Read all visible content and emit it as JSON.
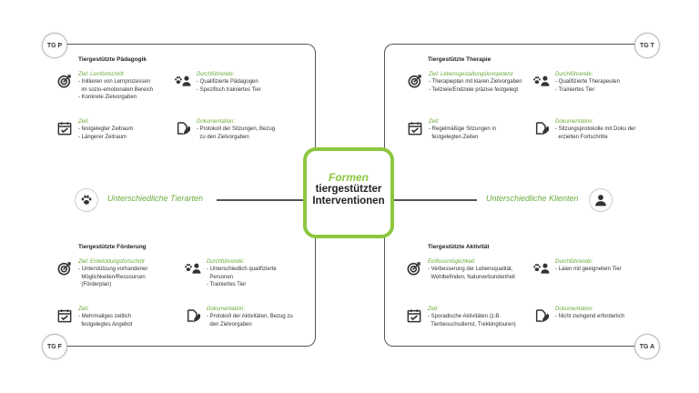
{
  "center": {
    "title": "Formen",
    "subtitle": "tiergestützter Interventionen"
  },
  "colors": {
    "accent": "#8dc63f",
    "line": "#555555"
  },
  "badges": {
    "tl": "TG P",
    "tr": "TG T",
    "bl": "TG F",
    "br": "TG A"
  },
  "left_label": "Unterschiedliche Tierarten",
  "right_label": "Unterschiedliche Klienten",
  "quadrants": {
    "tl": {
      "title": "Tiergestützte Pädagogik",
      "items": [
        {
          "icon": "target-icon",
          "label": "Ziel: Lernfortschritt",
          "lines": [
            "- Initiieren von Lernprozessen",
            "  im sozio-emotionalen Bereich",
            "- Konkrete Zielvorgaben"
          ]
        },
        {
          "icon": "paw-person-icon",
          "label": "Durchführende:",
          "lines": [
            "- Qualifizierte Pädagogen",
            "- Spezifisch trainiertes Tier"
          ]
        },
        {
          "icon": "calendar-icon",
          "label": "Zeit:",
          "lines": [
            "- festgelegter Zeitraum",
            "- Längerer Zeitraum"
          ]
        },
        {
          "icon": "document-pen-icon",
          "label": "Dokumentation:",
          "lines": [
            "- Protokoll der Sitzungen, Bezug",
            "  zu den Zielvorgaben"
          ]
        }
      ]
    },
    "tr": {
      "title": "Tiergestützte Therapie",
      "items": [
        {
          "icon": "target-icon",
          "label": "Ziel: Lebensgestaltungskompetenz",
          "lines": [
            "- Therapieplan mit klaren Zielvorgaben",
            "- Teilziele/Endziele präzise festgelegt"
          ]
        },
        {
          "icon": "paw-person-icon",
          "label": "Durchführende:",
          "lines": [
            "- Qualifizierte Therapeuten",
            "- Trainiertes Tier"
          ]
        },
        {
          "icon": "calendar-icon",
          "label": "Zeit:",
          "lines": [
            "- Regelmäßige Sitzungen in",
            "  festgelegten Zeiten"
          ]
        },
        {
          "icon": "document-pen-icon",
          "label": "Dokumentation:",
          "lines": [
            "- Sitzungsprotokolle mit Doku der",
            "  erzielten Fortschritte"
          ]
        }
      ]
    },
    "bl": {
      "title": "Tiergestützte Förderung",
      "items": [
        {
          "icon": "target-icon",
          "label": "Ziel: Entwicklungsfortschritt",
          "lines": [
            "- Unterstützung vorhandener",
            "  Möglichkeiten/Ressourcen",
            "  (Förderplan)"
          ]
        },
        {
          "icon": "paw-person-icon",
          "label": "Durchführende:",
          "lines": [
            "- Unterschiedlich qualifizierte",
            "  Personen",
            "- Trainiertes Tier"
          ]
        },
        {
          "icon": "calendar-icon",
          "label": "Zeit:",
          "lines": [
            "- Mehrmaliges zeitlich",
            "  festgelegtes Angebot"
          ]
        },
        {
          "icon": "document-pen-icon",
          "label": "Dokumentation:",
          "lines": [
            "- Protokoll der Aktivitäten, Bezug zu",
            "  den Zielvorgaben"
          ]
        }
      ]
    },
    "br": {
      "title": "Tiergestützte Aktivität",
      "items": [
        {
          "icon": "target-icon",
          "label": "Einflussmöglichkeit:",
          "lines": [
            "- Verbesserung der Lebensqualität,",
            "  Wohlbefinden, Naturverbundenheit"
          ]
        },
        {
          "icon": "paw-person-icon",
          "label": "Durchführende:",
          "lines": [
            "- Laien mit geeignetem Tier"
          ]
        },
        {
          "icon": "calendar-icon",
          "label": "Zeit:",
          "lines": [
            "- Sporadische Aktivitäten (z.B.",
            "  Tierbesuchsdienst, Trekkingtouren)"
          ]
        },
        {
          "icon": "document-pen-icon",
          "label": "Dokumentation:",
          "lines": [
            "- Nicht zwingend erforderlich"
          ]
        }
      ]
    }
  }
}
